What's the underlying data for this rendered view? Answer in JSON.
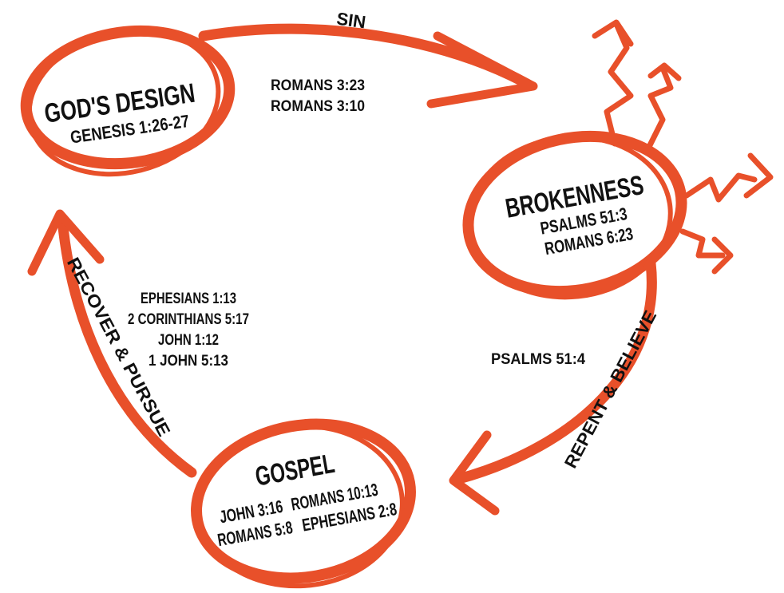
{
  "colors": {
    "accent": "#e8502a",
    "text": "#111111"
  },
  "nodes": {
    "gods_design": {
      "title": "GOD'S DESIGN",
      "refs": [
        "GENESIS 1:26-27"
      ]
    },
    "brokenness": {
      "title": "BROKENNESS",
      "refs": [
        "PSALMS 51:3",
        "ROMANS 6:23"
      ]
    },
    "gospel": {
      "title": "GOSPEL",
      "refs": [
        "JOHN 3:16",
        "ROMANS 10:13",
        "ROMANS 5:8",
        "EPHESIANS 2:8"
      ]
    }
  },
  "arrows": {
    "sin": {
      "label": "SIN",
      "refs": [
        "ROMANS 3:23",
        "ROMANS 3:10"
      ]
    },
    "repent": {
      "label": "REPENT & BELIEVE",
      "refs": [
        "PSALMS 51:4"
      ]
    },
    "recover": {
      "label": "RECOVER & PURSUE",
      "refs": [
        "EPHESIANS 1:13",
        "2 CORINTHIANS 5:17",
        "JOHN 1:12",
        "1 JOHN 5:13"
      ]
    }
  }
}
